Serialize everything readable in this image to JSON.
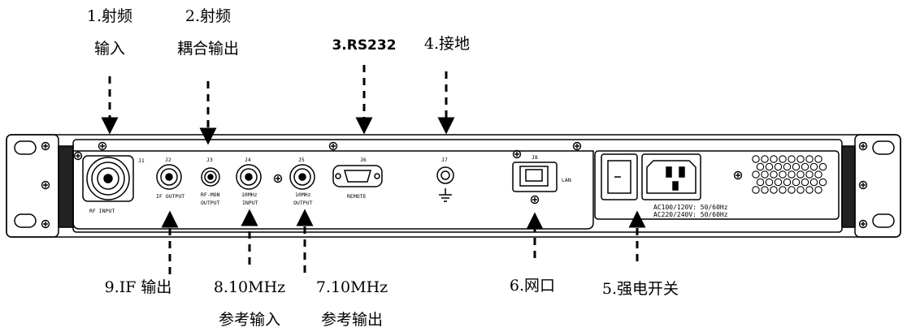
{
  "callouts": {
    "c1": {
      "line1": "1.射频",
      "line2": "输入"
    },
    "c2": {
      "line1": "2.射频",
      "line2": "耦合输出"
    },
    "c3": {
      "line1": "3.RS232"
    },
    "c4": {
      "line1": "4.接地"
    },
    "c5": {
      "line1": "5.强电开关"
    },
    "c6": {
      "line1": "6.网口"
    },
    "c7": {
      "line1": "7.10MHz",
      "line2": "参考输出"
    },
    "c8": {
      "line1": "8.10MHz",
      "line2": "参考输入"
    },
    "c9": {
      "line1": "9.IF 输出"
    }
  },
  "panel": {
    "connectors": {
      "j1": {
        "id": "J1",
        "label": "RF INPUT"
      },
      "j2": {
        "id": "J2",
        "label": "IF OUTPUT"
      },
      "j3": {
        "id": "J3",
        "label1": "RF-MON",
        "label2": "OUTPUT"
      },
      "j4": {
        "id": "J4",
        "label1": "10MHz",
        "label2": "INPUT"
      },
      "j5": {
        "id": "J5",
        "label1": "10MHz",
        "label2": "OUTPUT"
      },
      "j6": {
        "id": "J6",
        "label": "REMOTE"
      },
      "j7": {
        "id": "J7"
      },
      "j8": {
        "id": "J8",
        "label": "LAN"
      }
    },
    "power_rating": {
      "line1": "AC100/120V: 50/60Hz",
      "line2": "AC220/240V: 50/60Hz"
    }
  }
}
